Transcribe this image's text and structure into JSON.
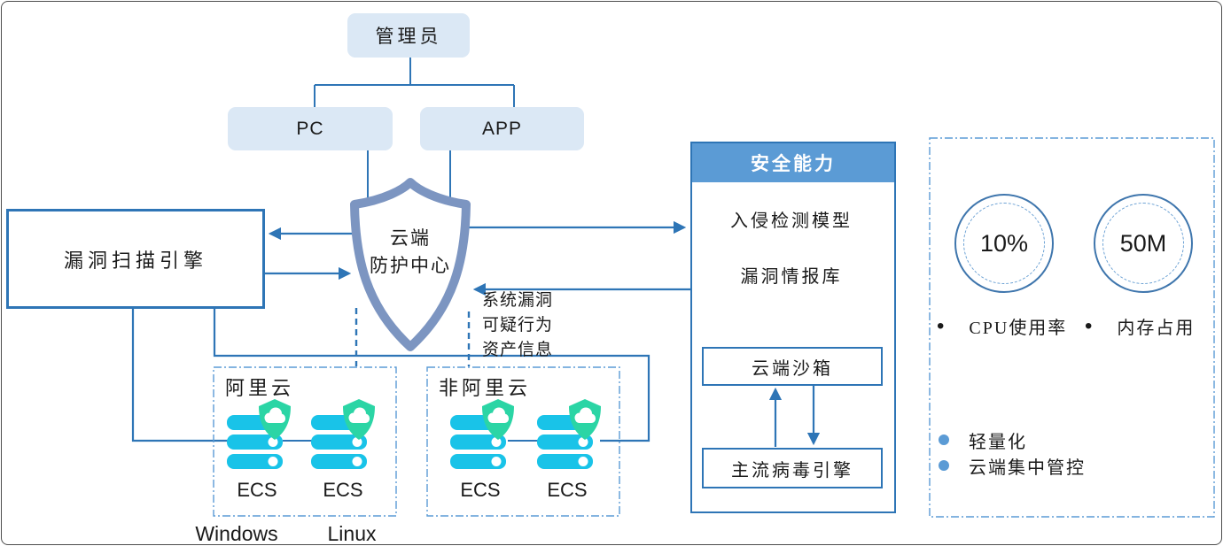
{
  "colors": {
    "connector_blue": "#2e75b6",
    "header_fill": "#5b9bd5",
    "node_fill": "#dbe8f5",
    "shield_outline": "#7c95c1",
    "server_cyan": "#19c3e8",
    "server_shield_green": "#2bd5a5",
    "dashed_border": "#5b9bd5",
    "feature_bullet": "#5b9bd5"
  },
  "nodes": {
    "admin": "管理员",
    "pc": "PC",
    "app": "APP",
    "scanner": "漏洞扫描引擎",
    "shield_line1": "云端",
    "shield_line2": "防护中心",
    "annotation": [
      "系统漏洞",
      "可疑行为",
      "资产信息"
    ]
  },
  "clouds": [
    {
      "label": "阿里云",
      "servers": [
        "ECS",
        "ECS"
      ],
      "os": [
        "Windows",
        "Linux"
      ]
    },
    {
      "label": "非阿里云",
      "servers": [
        "ECS",
        "ECS"
      ]
    }
  ],
  "security": {
    "title": "安全能力",
    "items": [
      "入侵检测模型",
      "漏洞情报库"
    ],
    "sandbox": "云端沙箱",
    "virus_engine": "主流病毒引擎"
  },
  "metrics": {
    "gauges": [
      {
        "value": "10%",
        "label": "CPU使用率"
      },
      {
        "value": "50M",
        "label": "内存占用"
      }
    ],
    "features": [
      "轻量化",
      "云端集中管控"
    ]
  }
}
